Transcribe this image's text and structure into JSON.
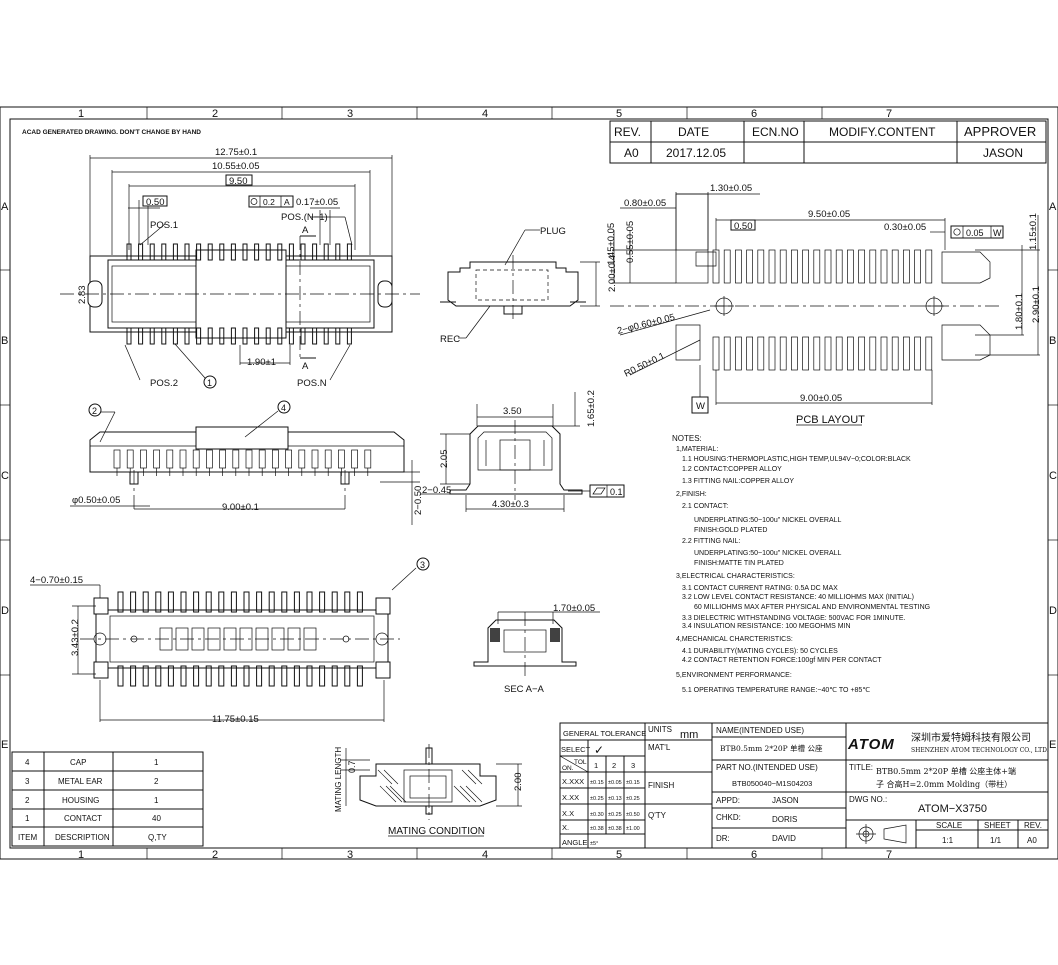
{
  "header": {
    "acad_note": "ACAD GENERATED DRAWING. DON'T CHANGE BY HAND",
    "zone_cols": [
      "1",
      "2",
      "3",
      "4",
      "5",
      "6",
      "7"
    ],
    "zone_rows": [
      "A",
      "B",
      "C",
      "D",
      "E"
    ]
  },
  "revision": {
    "headers": [
      "REV.",
      "DATE",
      "ECN.NO",
      "MODIFY.CONTENT",
      "APPROVER"
    ],
    "row": [
      "A0",
      "2017.12.05",
      "",
      "",
      "JASON"
    ]
  },
  "top_view": {
    "dims": [
      "12.75±0.1",
      "10.55±0.05",
      "9.50",
      "0.50",
      "0.2",
      "A",
      "0.17±0.05",
      "1.90±1",
      "2.83",
      "A",
      "A"
    ],
    "labels": [
      "POS.1",
      "POS.(N−1)",
      "POS.2",
      "POS.N"
    ],
    "balloon": "1"
  },
  "plug_view": {
    "labels": [
      "PLUG",
      "REC"
    ],
    "dims": [
      "2.00±0.4"
    ]
  },
  "pcb_layout": {
    "dims": [
      "1.30±0.05",
      "0.80±0.05",
      "9.50±0.05",
      "0.30±0.05",
      "0.05",
      "W",
      "0.50",
      "1.45±0.05",
      "0.55±0.05",
      "1.15±0.1",
      "2.90±0.1",
      "1.80±0.1",
      "2−φ0.60±0.05",
      "R0.50±0.1",
      "9.00±0.05"
    ],
    "datum": "W",
    "title": "PCB LAYOUT"
  },
  "side_view": {
    "dims": [
      "φ0.50±0.05",
      "9.00±0.1",
      "2−0.50"
    ],
    "balloons": [
      "2",
      "4"
    ]
  },
  "end_view": {
    "dims": [
      "3.50",
      "1.65±0.2",
      "2.05",
      "2−0.45",
      "4.30±0.3",
      "0.1"
    ]
  },
  "bottom_view": {
    "dims": [
      "4−0.70±0.15",
      "3.43±0.2",
      "11.75±0.15"
    ],
    "balloon": "3"
  },
  "section": {
    "dims": [
      "1.70±0.05"
    ],
    "label": "SEC A−A"
  },
  "notes": [
    "NOTES:",
    "1,MATERIAL:",
    "1.1  HOUSING:THERMOPLASTIC,HIGH TEMP,UL94V−0;COLOR:BLACK",
    "1.2  CONTACT:COPPER ALLOY",
    "1.3  FITTING NAIL:COPPER ALLOY",
    "2,FINISH:",
    "2.1  CONTACT:",
    "UNDERPLATING:50~100u\" NICKEL OVERALL",
    "FINISH:GOLD PLATED",
    "2.2  FITTING NAIL:",
    "UNDERPLATING:50~100u\" NICKEL OVERALL",
    "FINISH:MATTE TIN PLATED",
    "3,ELECTRICAL CHARACTERISTICS:",
    "3.1  CONTACT CURRENT RATING: 0.5A DC MAX",
    "3.2  LOW LEVEL CONTACT RESISTANCE: 40 MILLIOHMS MAX (INITIAL)",
    "60 MILLIOHMS MAX AFTER PHYSICAL AND ENVIRONMENTAL TESTING",
    "3.3  DIELECTRIC WITHSTANDING VOLTAGE: 500VAC FOR 1MINUTE.",
    "3.4  INSULATION RESISTANCE: 100 MEGOHMS MIN",
    "4,MECHANICAL CHARCTERISTICS:",
    "4.1  DURABILITY(MATING CYCLES): 50 CYCLES",
    "4.2  CONTACT RETENTION FORCE:100gf MIN PER CONTACT",
    "5,ENVIRONMENT PERFORMANCE:",
    "5.1  OPERATING TEMPERATURE RANGE:−40℃ TO +85℃"
  ],
  "bom": {
    "rows": [
      [
        "4",
        "CAP",
        "1"
      ],
      [
        "3",
        "METAL EAR",
        "2"
      ],
      [
        "2",
        "HOUSING",
        "1"
      ],
      [
        "1",
        "CONTACT",
        "40"
      ]
    ],
    "headers": [
      "ITEM",
      "DESCRIPTION",
      "Q,TY"
    ]
  },
  "mating": {
    "title": "MATING CONDITION",
    "vlabel": "MATING LENGTH",
    "dims": [
      "0.7",
      "2.00"
    ]
  },
  "tolerance": {
    "title": "GENERAL TOLERANCE",
    "select": "SELECT",
    "check": "✓",
    "tol": "TOL",
    "on": "ON.",
    "cols": [
      "1",
      "2",
      "3"
    ],
    "rows": [
      [
        "X.XXX",
        "±0.15",
        "±0.05",
        "±0.15"
      ],
      [
        "X.XX",
        "±0.25",
        "±0.13",
        "±0.25"
      ],
      [
        "X.X",
        "±0.30",
        "±0.25",
        "±0.50"
      ],
      [
        "X.",
        "±0.38",
        "±0.38",
        "±1.00"
      ],
      [
        "ANGLE",
        "±5°",
        "",
        ""
      ]
    ]
  },
  "title_block": {
    "units_label": "UNITS",
    "units": "mm",
    "matl": "MAT'L",
    "finish": "FINISH",
    "qty": "Q'TY",
    "name_label": "NAME(INTENDED USE)",
    "name_value": "BTB0.5mm 2*20P 单槽 公座",
    "part_label": "PART NO.(INTENDED USE)",
    "part_value": "BTB050040−M1S04203",
    "appd_label": "APPD:",
    "appd_value": "JASON",
    "chkd_label": "CHKD:",
    "chkd_value": "DORIS",
    "dr_label": "DR:",
    "dr_value": "DAVID",
    "logo": "ATOM",
    "company_cn": "深圳市爱特姆科技有限公司",
    "company_en": "SHENZHEN ATOM TECHNOLOGY CO., LTD.",
    "title_label": "TITLE:",
    "title_line1": "BTB0.5mm 2*20P 单槽 公座主体+端",
    "title_line2": "子 合高H=2.0mm Molding（带柱）",
    "dwg_label": "DWG NO.:",
    "dwg_value": "ATOM−X3750",
    "scale_label": "SCALE",
    "scale_value": "1:1",
    "sheet_label": "SHEET",
    "sheet_value": "1/1",
    "rev_label": "REV.",
    "rev_value": "A0"
  }
}
